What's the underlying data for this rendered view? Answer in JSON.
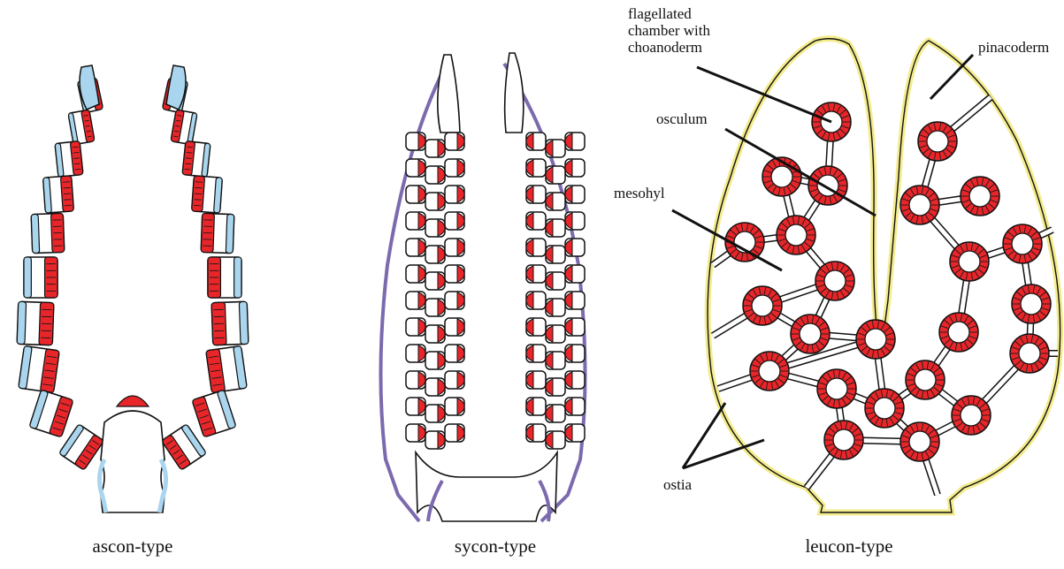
{
  "captions": {
    "ascon": "ascon-type",
    "sycon": "sycon-type",
    "leucon": "leucon-type"
  },
  "labels": {
    "flagellated": "flagellated\nchamber with\nchoanoderm",
    "pinacoderm": "pinacoderm",
    "osculum": "osculum",
    "mesohyl": "mesohyl",
    "ostia": "ostia"
  },
  "colors": {
    "choanoderm": "#e8262a",
    "ascon_pinacoderm": "#a9d6ee",
    "sycon_pinacoderm": "#7b6aae",
    "leucon_pinacoderm": "#f3ec8e",
    "outline": "#111111"
  }
}
